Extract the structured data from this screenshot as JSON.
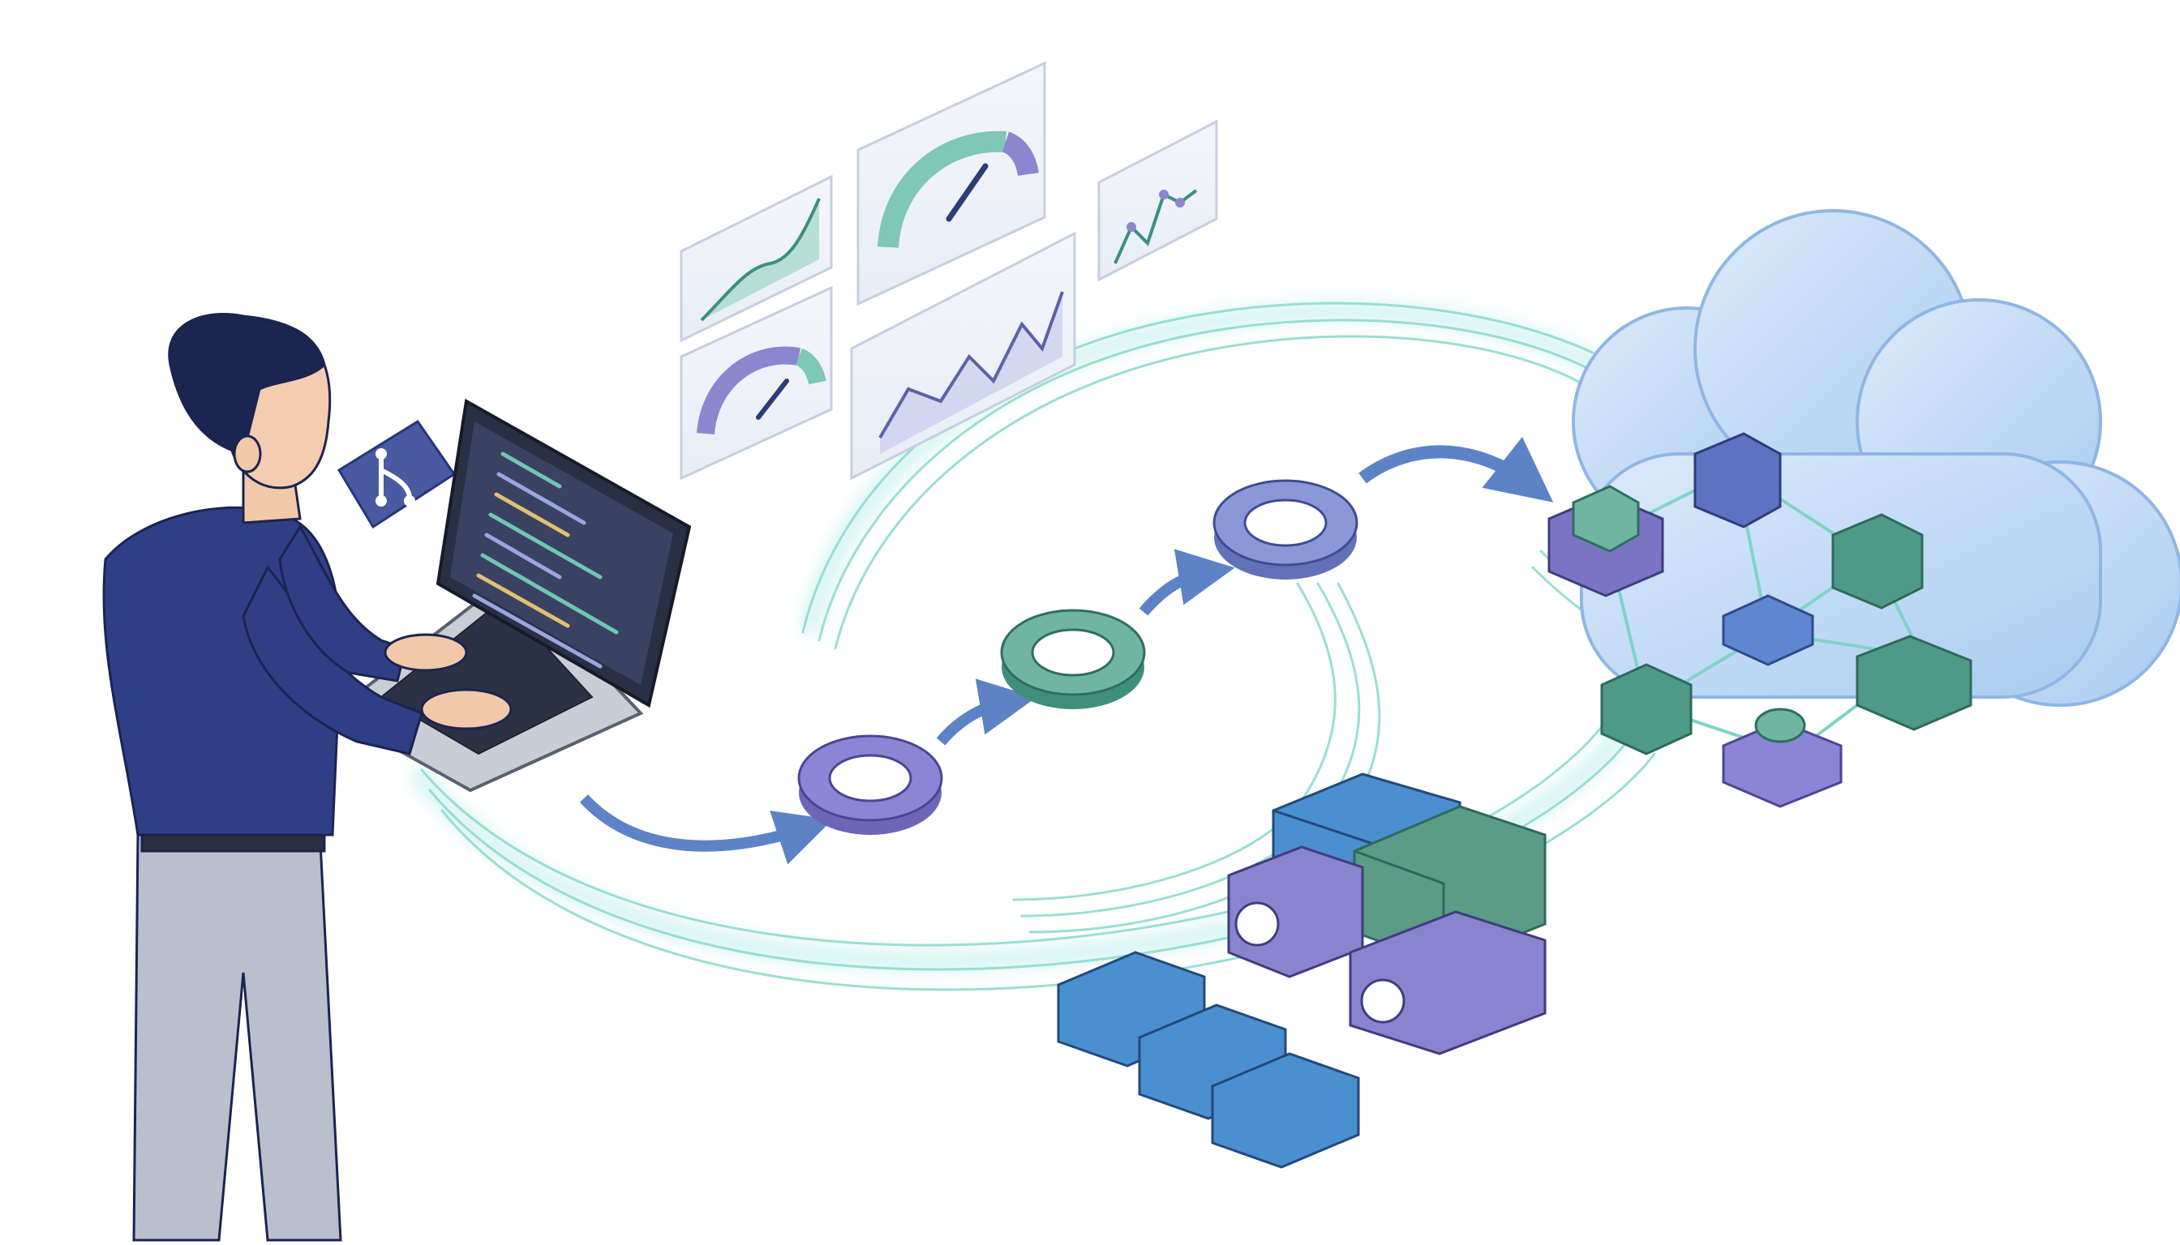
{
  "scene": {
    "subject": "developer-at-laptop",
    "flow": [
      "git-commit",
      "build-stage",
      "test-stage",
      "deploy-stage",
      "cloud-cluster"
    ],
    "monitoring_panels": [
      "area-chart",
      "gauge",
      "area-chart",
      "gauge",
      "line-chart",
      "line-chart"
    ],
    "icons": [
      "git-branch-icon",
      "kubernetes-helm-icon",
      "docker-whale-icon",
      "network-node-icon"
    ]
  },
  "colors": {
    "navy": "#27357a",
    "purple": "#8a84cf",
    "teal": "#5fa896",
    "blue": "#4a8fd0",
    "cloud": "#bcd7f2",
    "glow": "#9de6dc"
  }
}
